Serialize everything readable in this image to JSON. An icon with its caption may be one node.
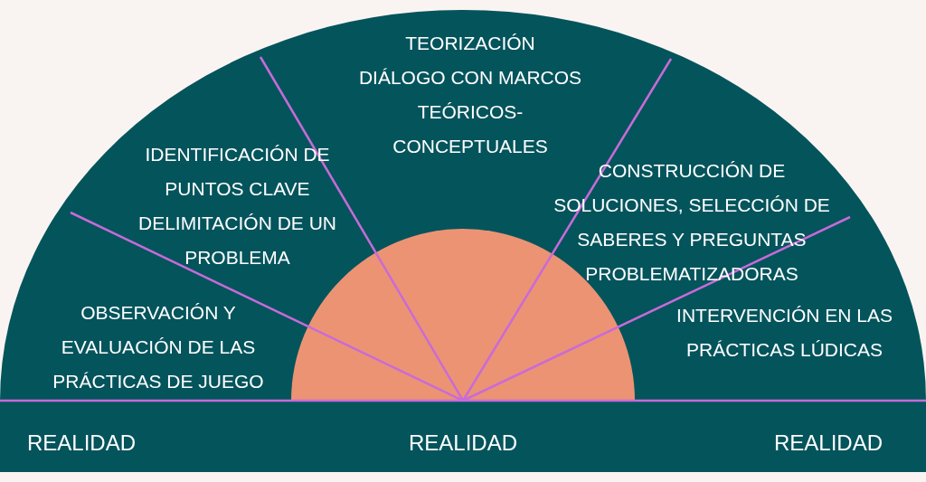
{
  "diagram": {
    "nodes": [
      {
        "text": [
          "OBSERVACIÓN Y EVALUACIÓN DE LAS PRÁCTICAS DE JUEGO"
        ]
      },
      {
        "text": [
          "IDENTIFICACIÓN DE PUNTOS CLAVE",
          "DELIMITACIÓN DE UN PROBLEMA"
        ]
      },
      {
        "text": [
          "TEORIZACIÓN",
          "DIÁLOGO CON MARCOS TEÓRICOS-CONCEPTUALES"
        ]
      },
      {
        "text": [
          "CONSTRUCCIÓN DE SOLUCIONES, SELECCIÓN DE SABERES Y PREGUNTAS PROBLEMATIZADORAS"
        ]
      },
      {
        "text": [
          "INTERVENCIÓN EN LAS PRÁCTICAS LÚDICAS"
        ]
      }
    ],
    "labels": [
      "REALIDAD",
      "REALIDAD",
      "REALIDAD"
    ]
  }
}
